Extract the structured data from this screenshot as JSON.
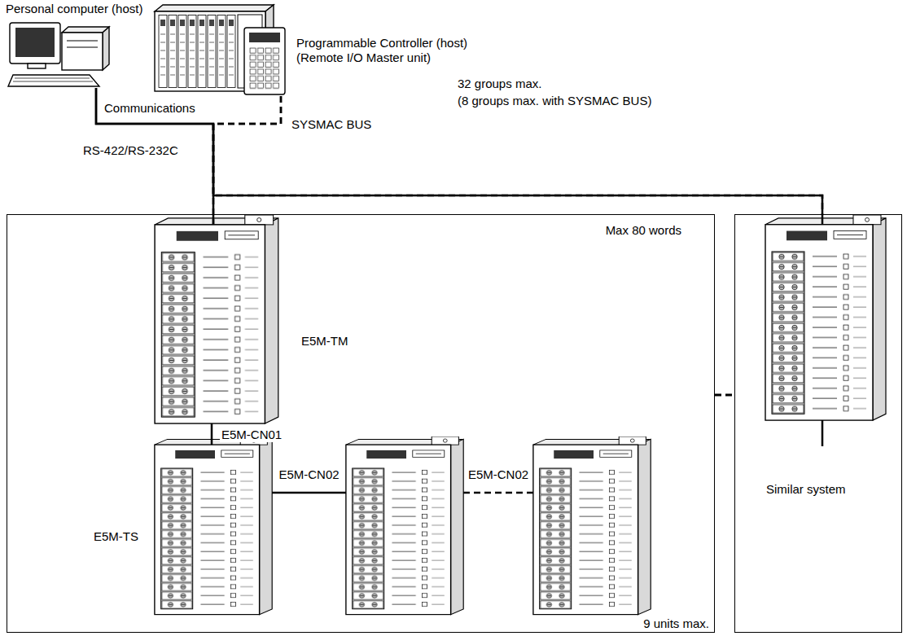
{
  "diagram": {
    "nodes": [
      {
        "text": [
          "Personal computer (host)"
        ]
      },
      {
        "text": [
          "Programmable Controller (host) (Remote I/O Master unit)"
        ]
      },
      {
        "text": [
          "Max 80 words",
          "9 units max."
        ]
      },
      {
        "text": [
          "E5M-TM"
        ],
        "in": 2
      },
      {
        "text": [
          "E5M-TS"
        ],
        "in": 2
      },
      {
        "text": [
          "Similar system"
        ]
      }
    ],
    "edges": [
      {
        "from": 0,
        "to": 3,
        "arrow": "none"
      },
      {
        "from": 1,
        "to": 3,
        "arrow": "none"
      },
      {
        "from": 0,
        "to": 5,
        "arrow": "none"
      },
      {
        "from": 1,
        "to": 5,
        "arrow": "none"
      },
      {
        "from": 3,
        "to": 4,
        "label": "E5M-CN01",
        "arrow": "none"
      },
      {
        "from": 2,
        "to": 5,
        "arrow": "none"
      }
    ],
    "labels": [
      "Communications",
      "SYSMAC BUS",
      "RS-422/RS-232C",
      "32 groups max.",
      "(8 groups max. with SYSMAC BUS)",
      "E5M-CN02",
      "E5M-CN02"
    ]
  }
}
